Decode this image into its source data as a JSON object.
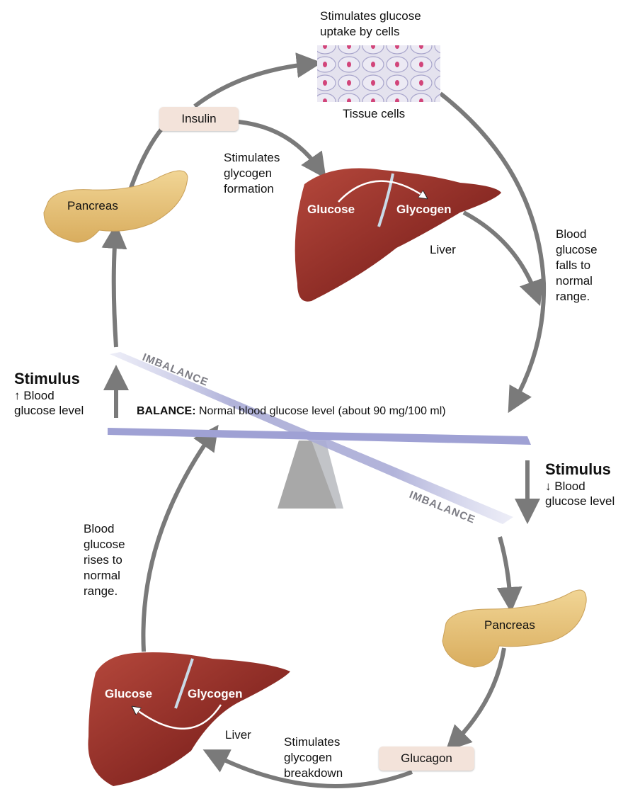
{
  "title": "Blood glucose homeostasis feedback loop",
  "colors": {
    "arrow": "#7a7a7a",
    "hormone_box": "#f3e3da",
    "liver": "#8e2e26",
    "pancreas": "#e6c27a",
    "beam": "#a9abd6",
    "fulcrum": "#a8a8a8"
  },
  "top_loop": {
    "stimulus_title": "Stimulus",
    "stimulus_arrow": "↑",
    "stimulus_text_1": "Blood",
    "stimulus_text_2": "glucose level",
    "pancreas_label": "Pancreas",
    "hormone_label": "Insulin",
    "tissue_caption": "Stimulates glucose\nuptake by cells",
    "tissue_label": "Tissue cells",
    "liver_caption": "Stimulates\nglycogen\nformation",
    "liver_glucose": "Glucose",
    "liver_glycogen": "Glycogen",
    "liver_label": "Liver",
    "result_text": "Blood\nglucose\nfalls to\nnormal\nrange."
  },
  "balance": {
    "imbalance_top": "IMBALANCE",
    "imbalance_bottom": "IMBALANCE",
    "balance_bold": "BALANCE:",
    "balance_text": " Normal blood glucose level (about 90 mg/100 ml)"
  },
  "bottom_loop": {
    "stimulus_title": "Stimulus",
    "stimulus_arrow": "↓",
    "stimulus_text_1": "Blood",
    "stimulus_text_2": "glucose level",
    "pancreas_label": "Pancreas",
    "hormone_label": "Glucagon",
    "liver_caption": "Stimulates\nglycogen\nbreakdown",
    "liver_glucose": "Glucose",
    "liver_glycogen": "Glycogen",
    "liver_label": "Liver",
    "result_text": "Blood\nglucose\nrises to\nnormal\nrange."
  }
}
